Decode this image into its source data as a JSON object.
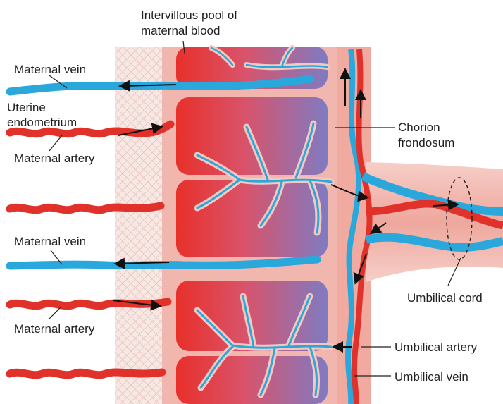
{
  "labels": {
    "intervillous_line1": "Intervillous pool of",
    "intervillous_line2": "maternal blood",
    "maternal_vein_top": "Maternal vein",
    "uterine_line1": "Uterine",
    "uterine_line2": "endometrium",
    "maternal_artery_top": "Maternal artery",
    "chorion_line1": "Chorion",
    "chorion_line2": "frondosum",
    "maternal_vein_mid": "Maternal vein",
    "umbilical_cord": "Umbilical cord",
    "maternal_artery_bottom": "Maternal artery",
    "umbilical_artery": "Umbilical artery",
    "umbilical_vein": "Umbilical vein"
  },
  "colors": {
    "artery_red": "#e0312b",
    "vein_blue": "#2aa8dc",
    "tissue_pink": "#f2b8b0",
    "pool_purple": "#8a7fc0",
    "endometrium_bg": "#f7e4df"
  }
}
